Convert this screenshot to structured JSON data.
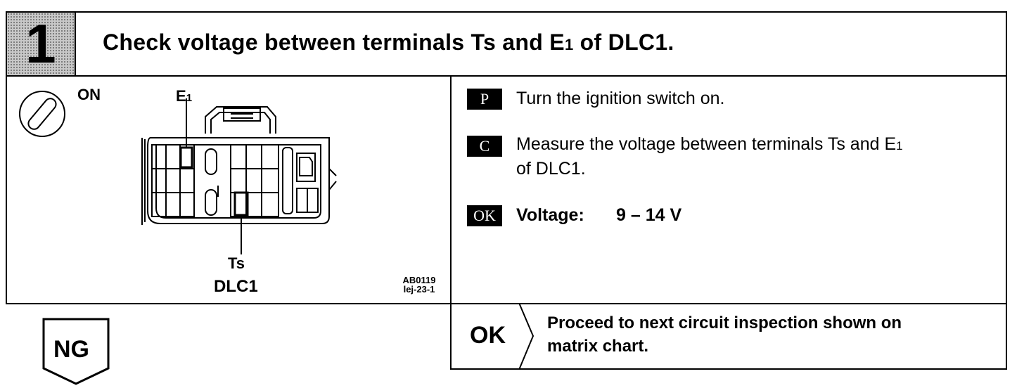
{
  "header": {
    "step_number": "1",
    "title_prefix": "Check voltage between terminals Ts and E",
    "title_sub": "1",
    "title_suffix": " of DLC1."
  },
  "figure": {
    "switch_label": "ON",
    "e1_label": "E",
    "e1_sub": "1",
    "ts_label": "Ts",
    "connector_label": "DLC1",
    "code_line1": "AB0119",
    "code_line2": "lej-23-1"
  },
  "steps": [
    {
      "badge": "P",
      "text": "Turn the ignition switch on."
    },
    {
      "badge": "C",
      "text_line1": "Measure the voltage between terminals Ts and E",
      "text_line1_sub": "1",
      "text_line2": "of DLC1."
    },
    {
      "badge": "OK",
      "label": "Voltage:",
      "value": "9 – 14 V"
    }
  ],
  "ng": {
    "label": "NG"
  },
  "ok_result": {
    "label": "OK",
    "line1": "Proceed to next circuit inspection shown on",
    "line2": "matrix chart."
  }
}
